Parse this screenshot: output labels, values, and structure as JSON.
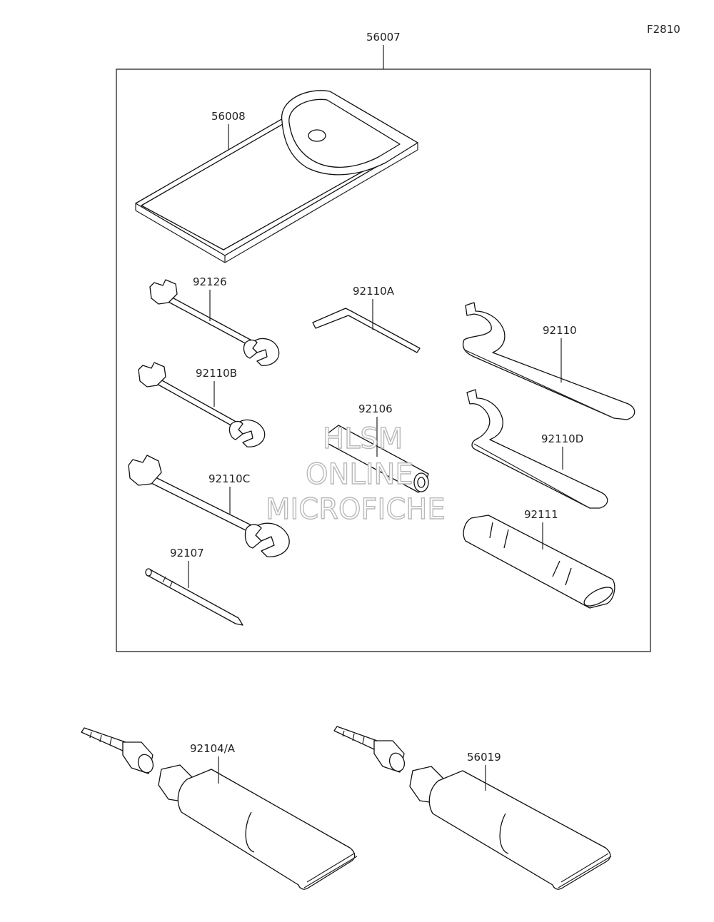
{
  "figure_code": "F2810",
  "watermark": {
    "line1": "HLSM",
    "line2": "ONLINE",
    "line3": "MICROFICHE"
  },
  "parts": {
    "kit": "56007",
    "case": "56008",
    "wrench_92126": "92126",
    "wrench_92110B": "92110B",
    "wrench_92110C": "92110C",
    "screwdriver": "92107",
    "hex_key": "92110A",
    "box_wrench": "92106",
    "spanner_92110": "92110",
    "spanner_92110D": "92110D",
    "handle_92111": "92111",
    "tube_a": "92104/A",
    "tube_b": "56019"
  }
}
